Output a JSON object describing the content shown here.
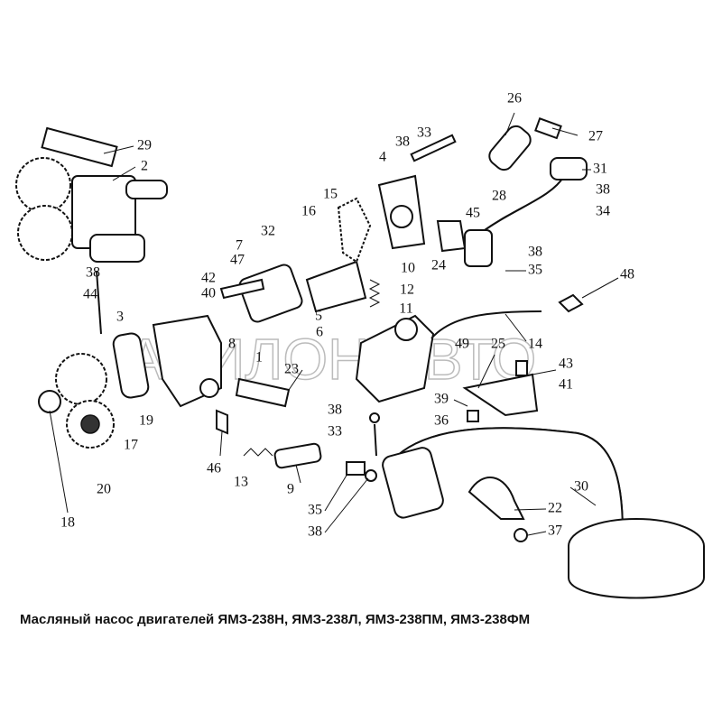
{
  "caption": "Масляный насос двигателей ЯМЗ-238Н, ЯМЗ-238Л, ЯМЗ-238ПМ, ЯМЗ-238ФМ",
  "watermark": "АВИЛОН АВТО",
  "labels": [
    "29",
    "2",
    "38",
    "44",
    "42",
    "47",
    "7",
    "32",
    "40",
    "3",
    "8",
    "1",
    "23",
    "5",
    "6",
    "16",
    "15",
    "10",
    "12",
    "11",
    "4",
    "38",
    "33",
    "26",
    "27",
    "28",
    "45",
    "24",
    "31",
    "38",
    "34",
    "38",
    "35",
    "48",
    "14",
    "25",
    "49",
    "43",
    "41",
    "39",
    "36",
    "38",
    "33",
    "19",
    "17",
    "20",
    "18",
    "46",
    "13",
    "9",
    "35",
    "38",
    "30",
    "22",
    "37"
  ]
}
